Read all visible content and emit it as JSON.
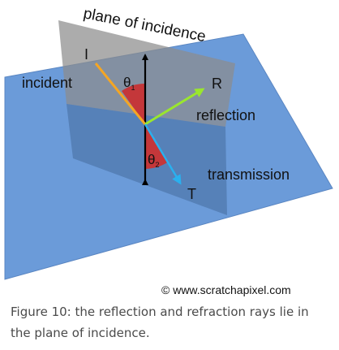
{
  "diagram": {
    "plane_label": "plane of incidence",
    "incident_letter": "I",
    "incident_label": "incident",
    "theta1": "θ",
    "theta1_sub": "1",
    "reflected_letter": "R",
    "reflection_label": "reflection",
    "theta2": "θ",
    "theta2_sub": "2",
    "transmission_label": "transmission",
    "transmitted_letter": "T",
    "credit": "© www.scratchapixel.com"
  },
  "caption": {
    "text": "Figure 10: the reflection and refraction rays lie in the plane of incidence."
  },
  "colors": {
    "surface": "#6b9bd9",
    "plane_of_incidence": "#8c8c8c",
    "incident_ray": "#f5a623",
    "reflected_ray": "#9ae62e",
    "transmitted_ray": "#2ab0ee",
    "angle_fill": "#c4373a",
    "normal": "#000000"
  },
  "icons": {
    "copyright": "copyright-symbol"
  }
}
